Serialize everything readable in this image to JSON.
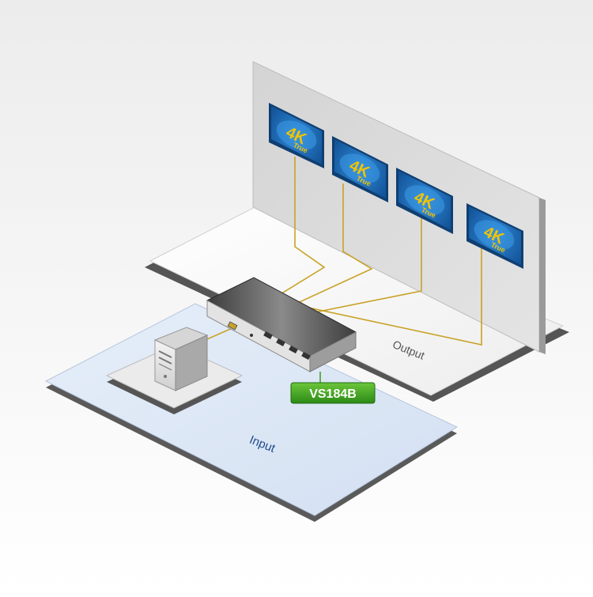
{
  "diagram": {
    "device_label": "VS184B",
    "output_label": "Output",
    "input_label": "Input",
    "display_badge": {
      "main": "4K",
      "sub": "True"
    },
    "display_count": 4,
    "colors": {
      "cable": "#c9a227",
      "screen_blue": "#1b6fbd",
      "badge_gold": "#f2c400",
      "label_green": "#3a9b1f",
      "input_floor": "#dde8f6",
      "output_wall": "#d9d9d9"
    }
  }
}
